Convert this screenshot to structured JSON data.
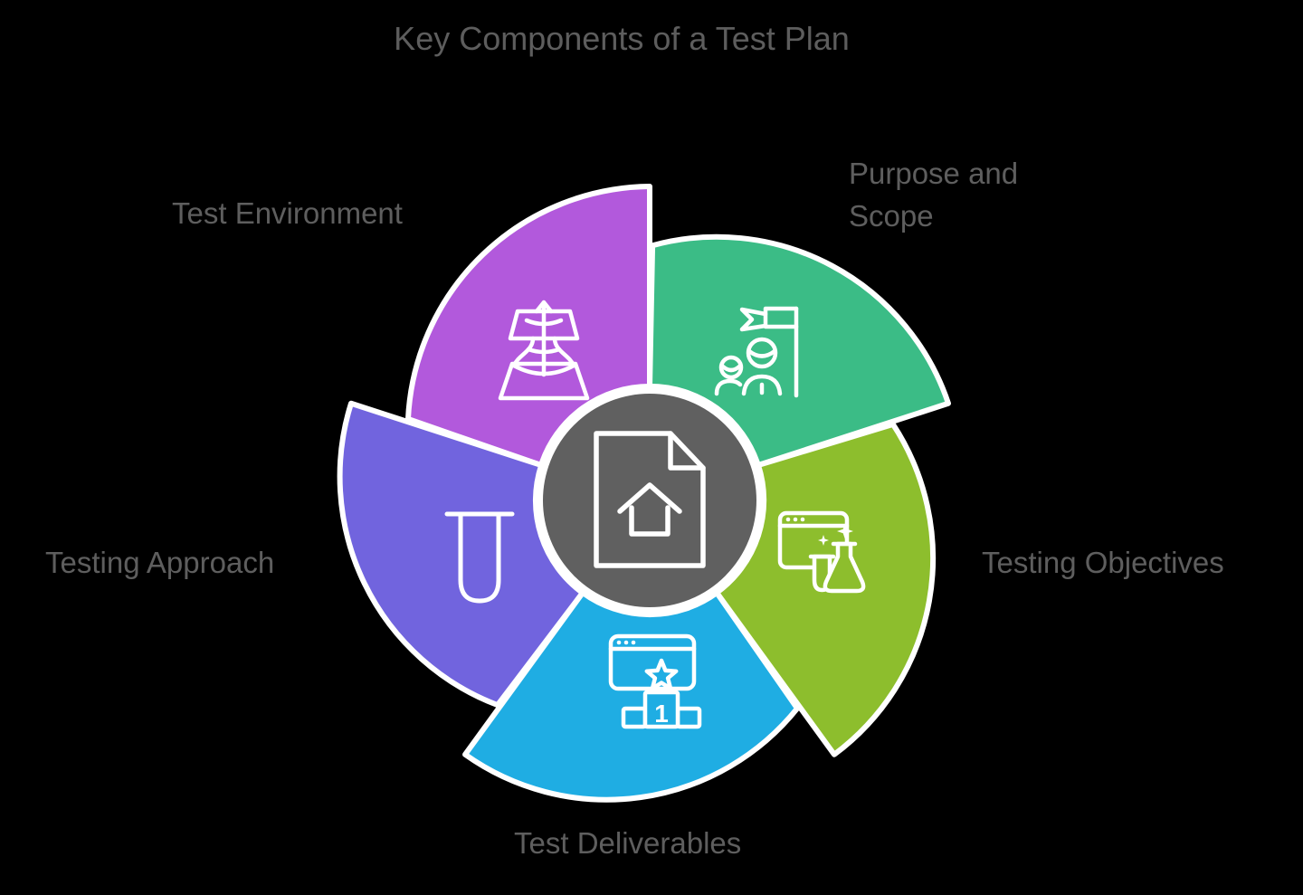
{
  "title": "Key Components of a Test Plan",
  "theme": {
    "background": "#000000",
    "text_color": "#5e5e5e",
    "outline_color": "#ffffff"
  },
  "diagram": {
    "center": {
      "icon": "document-home-icon",
      "color": "#606060"
    },
    "segments": [
      {
        "id": "purpose-and-scope",
        "label": "Purpose and Scope",
        "color": "#3bbc86",
        "icon": "team-flag-icon"
      },
      {
        "id": "testing-objectives",
        "label": "Testing Objectives",
        "color": "#8dbe2d",
        "icon": "browser-flask-icon"
      },
      {
        "id": "test-deliverables",
        "label": "Test Deliverables",
        "color": "#1fade3",
        "icon": "browser-star-podium-icon",
        "badge": "1"
      },
      {
        "id": "testing-approach",
        "label": "Testing Approach",
        "color": "#7164de",
        "icon": "test-tube-icon"
      },
      {
        "id": "test-environment",
        "label": "Test Environment",
        "color": "#b259dc",
        "icon": "layers-arrow-icon"
      }
    ]
  }
}
